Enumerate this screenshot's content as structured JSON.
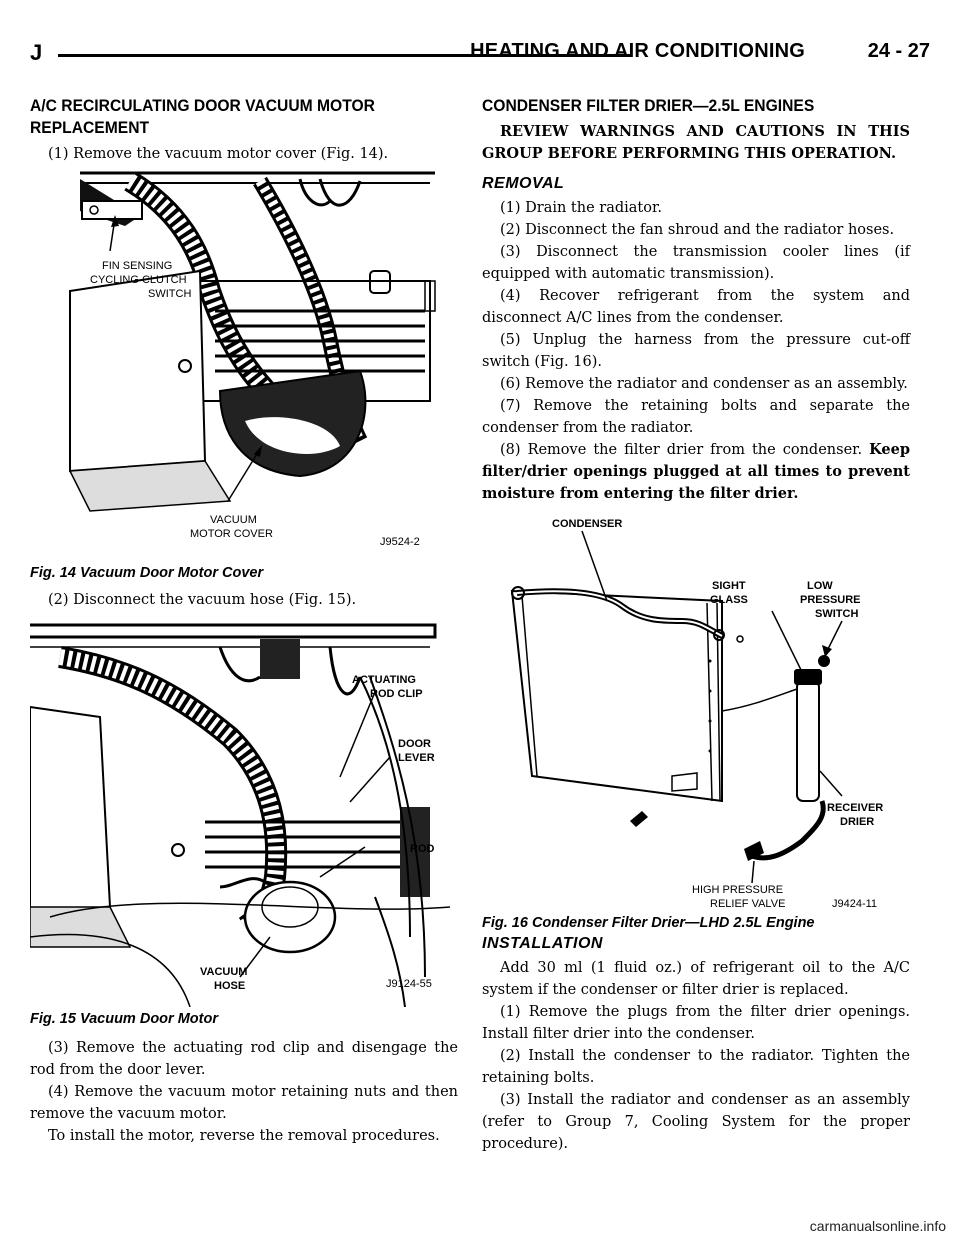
{
  "header": {
    "left": "J",
    "title": "HEATING AND AIR CONDITIONING",
    "page": "24 - 27"
  },
  "left": {
    "heading": "A/C RECIRCULATING DOOR VACUUM MOTOR REPLACEMENT",
    "heading_line1": "A/C RECIRCULATING DOOR VACUUM MOTOR",
    "heading_line2": "REPLACEMENT",
    "step1": "(1) Remove the vacuum motor cover (Fig. 14).",
    "fig14": {
      "labels": {
        "fin1": "FIN SENSING",
        "fin2": "CYCLING CLUTCH",
        "fin3": "SWITCH",
        "vac1": "VACUUM",
        "vac2": "MOTOR COVER",
        "code": "J9524-2"
      },
      "caption": "Fig. 14 Vacuum Door Motor Cover"
    },
    "step2": "(2) Disconnect the vacuum hose (Fig. 15).",
    "fig15": {
      "labels": {
        "act1": "ACTUATING",
        "act2": "ROD CLIP",
        "door1": "DOOR",
        "door2": "LEVER",
        "rod": "ROD",
        "vac1": "VACUUM",
        "vac2": "HOSE",
        "code": "J9124-55"
      },
      "caption": "Fig. 15 Vacuum Door Motor"
    },
    "step3": "(3) Remove the actuating rod clip and disengage the rod from the door lever.",
    "step4": "(4) Remove the vacuum motor retaining nuts and then remove the vacuum motor.",
    "install": "To install the motor, reverse the removal procedures."
  },
  "right": {
    "heading": "CONDENSER FILTER DRIER—2.5L ENGINES",
    "warning": "REVIEW WARNINGS AND CAUTIONS IN THIS GROUP BEFORE PERFORMING THIS OPERATION.",
    "removal_heading": "REMOVAL",
    "removal_steps": [
      "(1) Drain the radiator.",
      "(2) Disconnect the fan shroud and the radiator hoses.",
      "(3) Disconnect the transmission cooler lines (if equipped with automatic transmission).",
      "(4) Recover refrigerant from the system and disconnect A/C lines from the condenser.",
      "(5) Unplug the harness from the pressure cut-off switch (Fig. 16).",
      "(6) Remove the radiator and condenser as an assembly.",
      "(7) Remove the retaining bolts and separate the condenser from the radiator."
    ],
    "removal_step8": "(8) Remove the filter drier from the condenser.",
    "removal_step8_bold": "Keep filter/drier openings plugged at all times to prevent moisture from entering the filter drier.",
    "fig16": {
      "labels": {
        "condenser": "CONDENSER",
        "sight1": "SIGHT",
        "sight2": "GLASS",
        "low1": "LOW",
        "low2": "PRESSURE",
        "low3": "SWITCH",
        "rec1": "RECEIVER",
        "rec2": "DRIER",
        "high1": "HIGH PRESSURE",
        "high2": "RELIEF VALVE",
        "code": "J9424-11"
      },
      "caption": "Fig. 16 Condenser Filter Drier—LHD 2.5L Engine"
    },
    "installation_heading": "INSTALLATION",
    "install_intro": "Add 30 ml (1 fluid oz.) of refrigerant oil to the A/C system if the condenser or filter drier is replaced.",
    "install_steps": [
      "(1) Remove the plugs from the filter drier openings. Install filter drier into the condenser.",
      "(2) Install the condenser to the radiator. Tighten the retaining bolts.",
      "(3) Install the radiator and condenser as an assembly (refer to Group 7, Cooling System for the proper procedure)."
    ]
  },
  "watermark": "carmanualsonline.info"
}
